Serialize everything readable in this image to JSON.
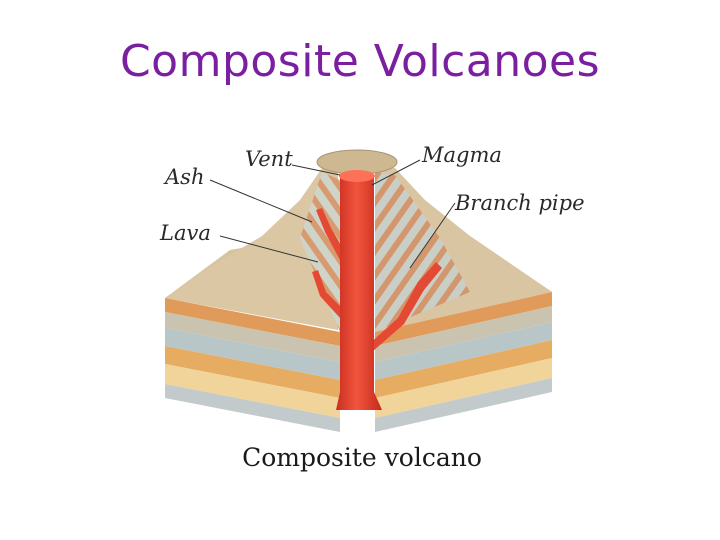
{
  "slide": {
    "title": "Composite Volcanoes"
  },
  "diagram": {
    "labels": {
      "ash": "Ash",
      "vent": "Vent",
      "magma": "Magma",
      "branch_pipe": "Branch pipe",
      "lava": "Lava"
    },
    "caption": "Composite volcano"
  },
  "colors": {
    "title": "#7a1fa0",
    "magma": "#e8402e",
    "ash_surface": "#d8c3a0",
    "layer_orange": "#e6ad62",
    "layer_blue": "#b9c6c8"
  }
}
